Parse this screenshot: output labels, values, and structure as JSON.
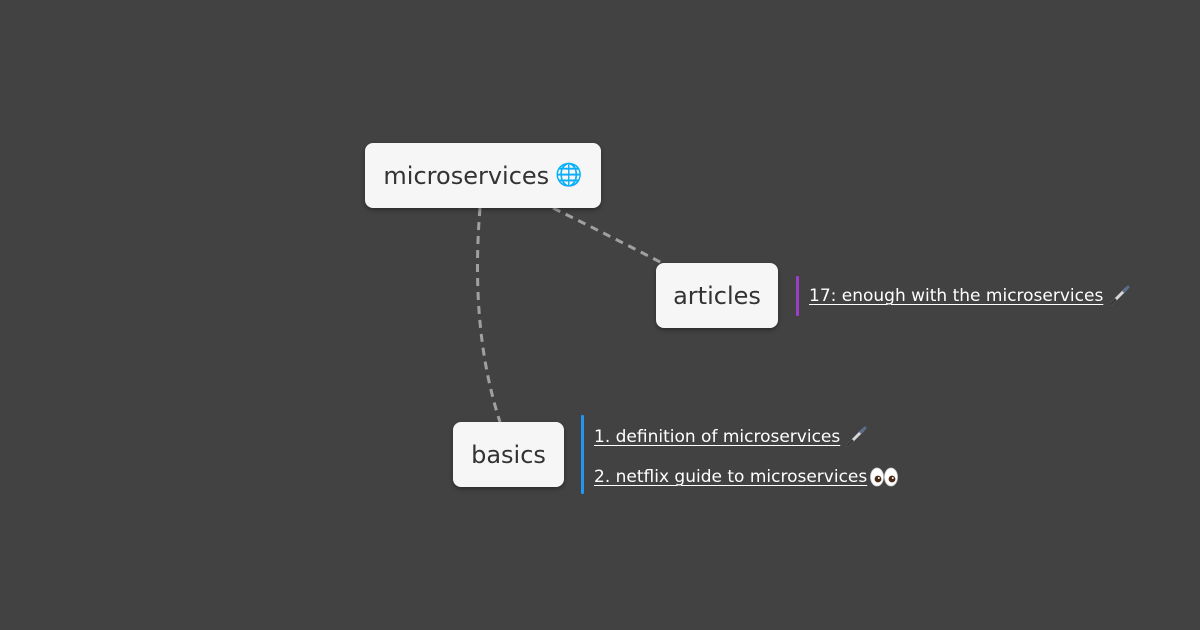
{
  "root": {
    "label": "microservices",
    "icon": "globe-icon",
    "emoji": "🌐"
  },
  "branches": [
    {
      "label": "articles",
      "accent_color": "#9b3ec8",
      "links": [
        {
          "text": "17: enough with the microservices",
          "icon": "pen-icon"
        }
      ]
    },
    {
      "label": "basics",
      "accent_color": "#2196f3",
      "links": [
        {
          "text": "1. definition of microservices",
          "icon": "pen-icon"
        },
        {
          "text": "2. netflix guide to microservices",
          "icon": "eyes-icon"
        }
      ]
    }
  ],
  "colors": {
    "background": "#424242",
    "node_fill": "#f6f6f6",
    "node_text": "#333333",
    "edge": "#a0a0a0",
    "link_text": "#ffffff"
  }
}
